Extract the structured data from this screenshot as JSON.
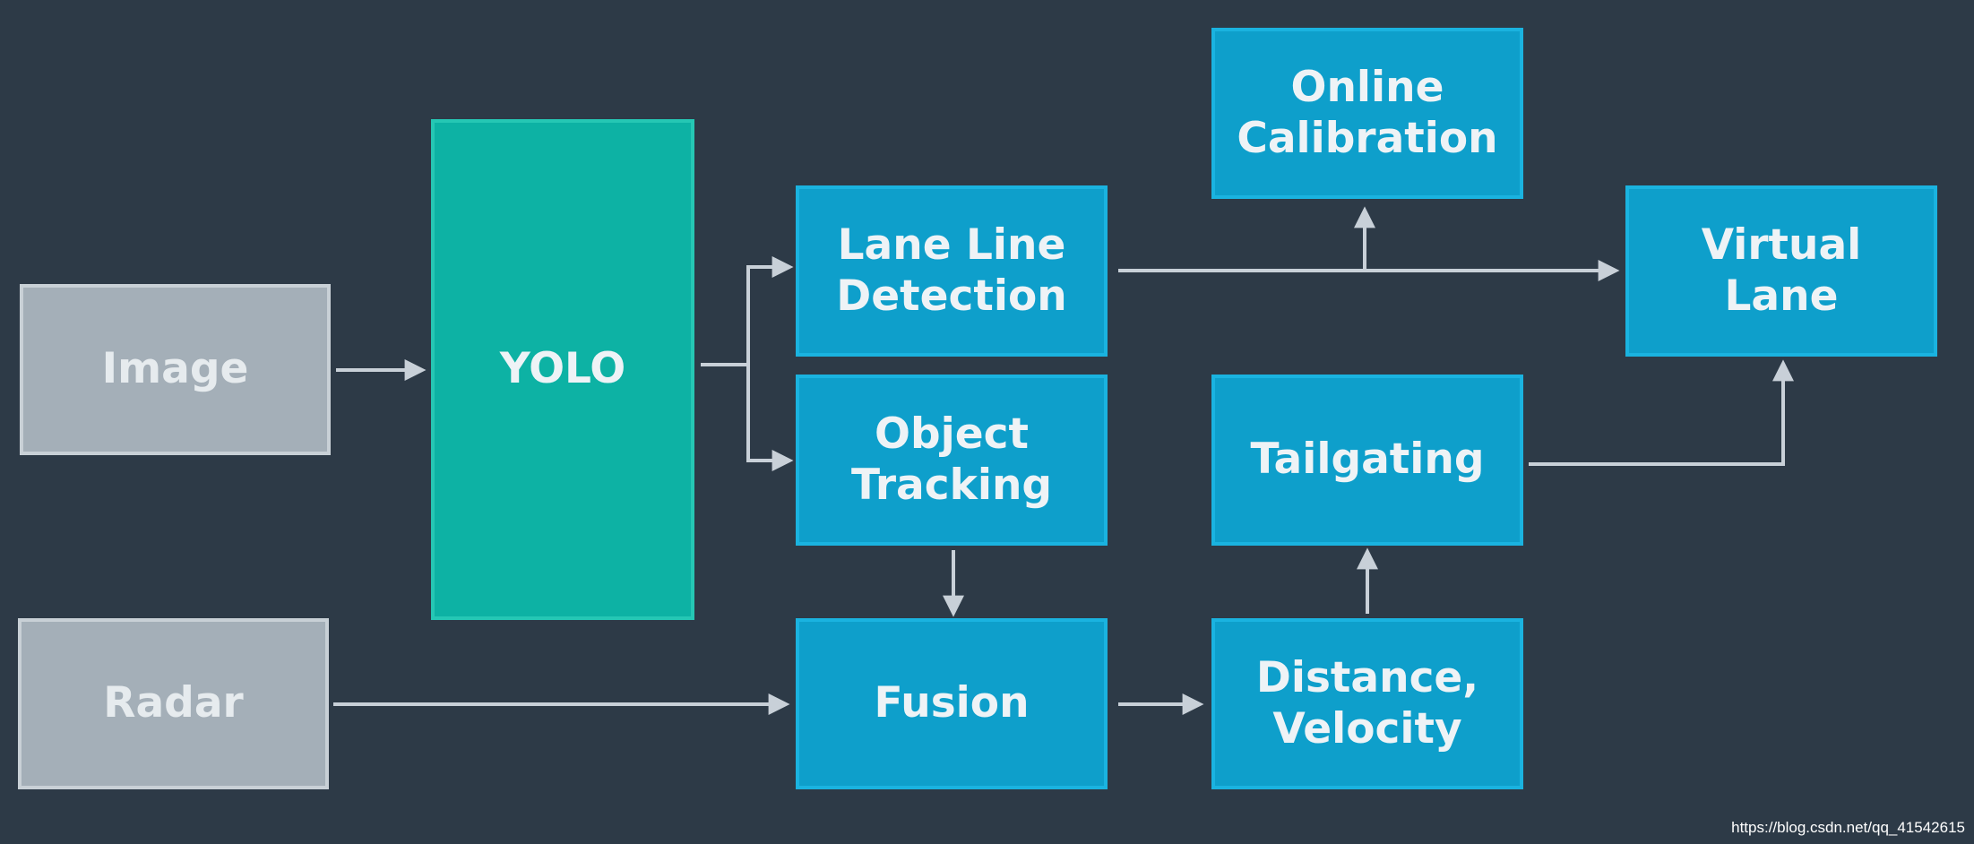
{
  "diagram": {
    "nodes": {
      "image": "Image",
      "radar": "Radar",
      "yolo": "YOLO",
      "lane_line_detection": "Lane Line\nDetection",
      "object_tracking": "Object\nTracking",
      "fusion": "Fusion",
      "online_calibration": "Online\nCalibration",
      "tailgating": "Tailgating",
      "distance_velocity": "Distance,\nVelocity",
      "virtual_lane": "Virtual\nLane"
    },
    "edges": [
      {
        "from": "image",
        "to": "yolo"
      },
      {
        "from": "yolo",
        "to": "lane_line_detection"
      },
      {
        "from": "yolo",
        "to": "object_tracking"
      },
      {
        "from": "lane_line_detection",
        "to": "online_calibration"
      },
      {
        "from": "lane_line_detection",
        "to": "virtual_lane"
      },
      {
        "from": "object_tracking",
        "to": "fusion"
      },
      {
        "from": "radar",
        "to": "fusion"
      },
      {
        "from": "fusion",
        "to": "distance_velocity"
      },
      {
        "from": "distance_velocity",
        "to": "tailgating"
      },
      {
        "from": "tailgating",
        "to": "virtual_lane"
      }
    ],
    "colors": {
      "background": "#2d3a47",
      "input_box": "#a4afb8",
      "yolo_box": "#0db2a4",
      "process_box": "#0e9fcb",
      "arrow": "#c8d0d8"
    }
  },
  "watermark": "https://blog.csdn.net/qq_41542615"
}
